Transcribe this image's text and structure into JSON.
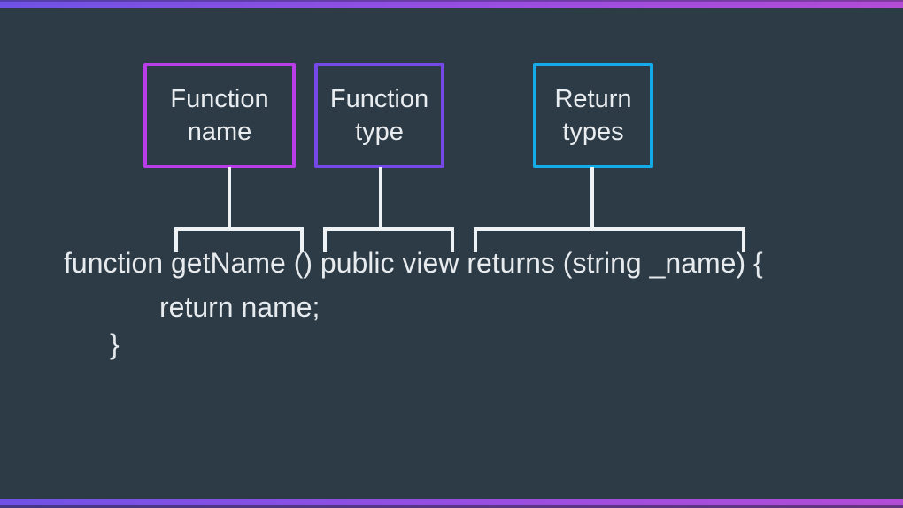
{
  "slide": {
    "background_color": "#2d3b47",
    "accent_bar": {
      "gradient_start": "#7052e6",
      "gradient_mid": "#9a4ee2",
      "gradient_end": "#b44cd8"
    },
    "line_color": "#eff2f4",
    "text_color": "#e9edf0"
  },
  "labels": [
    {
      "id": "function-name",
      "text": "Function name",
      "border_color": "#b93de8"
    },
    {
      "id": "function-type",
      "text": "Function type",
      "border_color": "#7648e8"
    },
    {
      "id": "return-types",
      "text": "Return types",
      "border_color": "#14ace8"
    }
  ],
  "code": {
    "line1": "function getName () public view returns (string _name) {",
    "line2": "return name;",
    "line3": "}"
  }
}
